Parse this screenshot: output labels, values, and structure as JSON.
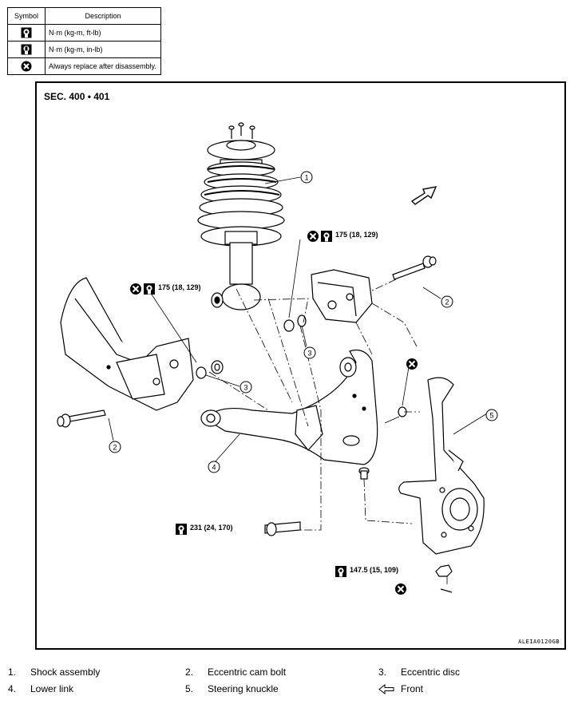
{
  "legend": {
    "header_symbol": "Symbol",
    "header_description": "Description",
    "rows": [
      {
        "icon": "torque-wrench-icon",
        "description": "N·m (kg-m, ft-lb)"
      },
      {
        "icon": "torque-wrench-small-icon",
        "description": "N·m (kg-m, in-lb)"
      },
      {
        "icon": "replace-x-icon",
        "description": "Always replace after disassembly."
      }
    ]
  },
  "diagram": {
    "section": "SEC. 400 • 401",
    "figure_code": "ALEIA0120GB",
    "callouts": [
      "1",
      "2",
      "2",
      "3",
      "3",
      "4",
      "5"
    ],
    "torques": [
      {
        "value": "175 (18, 129)"
      },
      {
        "value": "175 (18, 129)"
      },
      {
        "value": "231 (24, 170)"
      },
      {
        "value": "147.5 (15, 109)"
      }
    ]
  },
  "parts": [
    {
      "num": "1.",
      "name": "Shock assembly"
    },
    {
      "num": "2.",
      "name": "Eccentric cam bolt"
    },
    {
      "num": "3.",
      "name": "Eccentric disc"
    },
    {
      "num": "4.",
      "name": "Lower link"
    },
    {
      "num": "5.",
      "name": "Steering knuckle"
    },
    {
      "num": "",
      "name": "Front",
      "icon": "front-arrow-icon"
    }
  ]
}
